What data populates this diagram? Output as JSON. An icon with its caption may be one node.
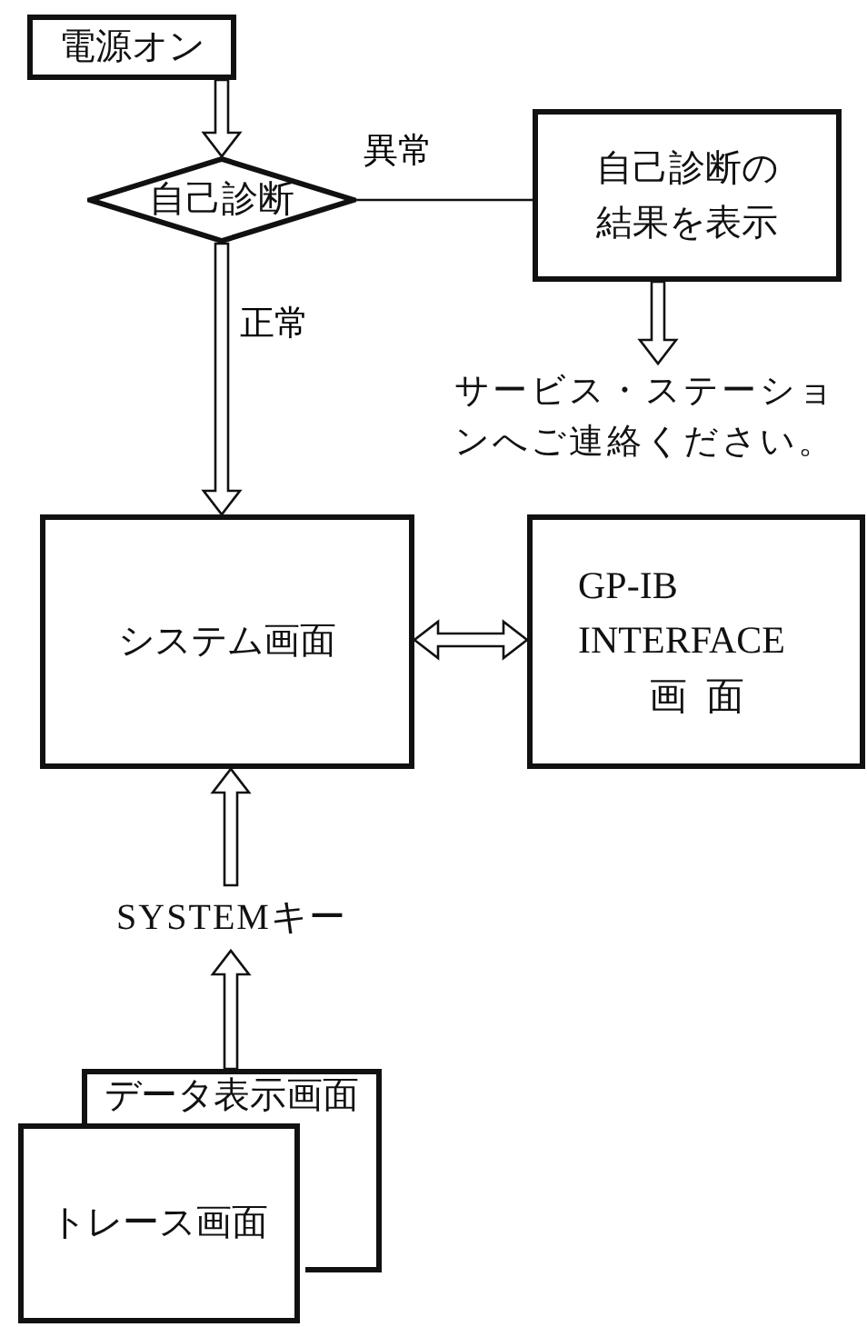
{
  "diagram": {
    "nodes": [
      {
        "text": [
          "電源オン"
        ]
      },
      {
        "text": [
          "自己診断"
        ]
      },
      {
        "text": [
          "自己診断の結果を表示"
        ]
      },
      {
        "text": [
          "サービス・ステーションへご連絡ください。"
        ]
      },
      {
        "text": [
          "システム画面"
        ]
      },
      {
        "text": [
          "GP-IB INTERFACE",
          "画面"
        ]
      },
      {
        "text": [
          "SYSTEMキー"
        ]
      },
      {
        "text": [
          "データ表示画面"
        ]
      },
      {
        "text": [
          "トレース画面"
        ]
      }
    ],
    "edges": [
      {
        "from": 0,
        "to": 1,
        "arrow": "to"
      },
      {
        "from": 1,
        "to": 2,
        "arrow": "none",
        "label": "異常"
      },
      {
        "from": 1,
        "to": 4,
        "arrow": "to",
        "label": "正常"
      },
      {
        "from": 2,
        "to": 3,
        "arrow": "to"
      },
      {
        "from": 4,
        "to": 5,
        "arrow": "both"
      },
      {
        "from": 6,
        "to": 4,
        "arrow": "to"
      },
      {
        "from": 7,
        "to": 6,
        "arrow": "to"
      }
    ]
  }
}
